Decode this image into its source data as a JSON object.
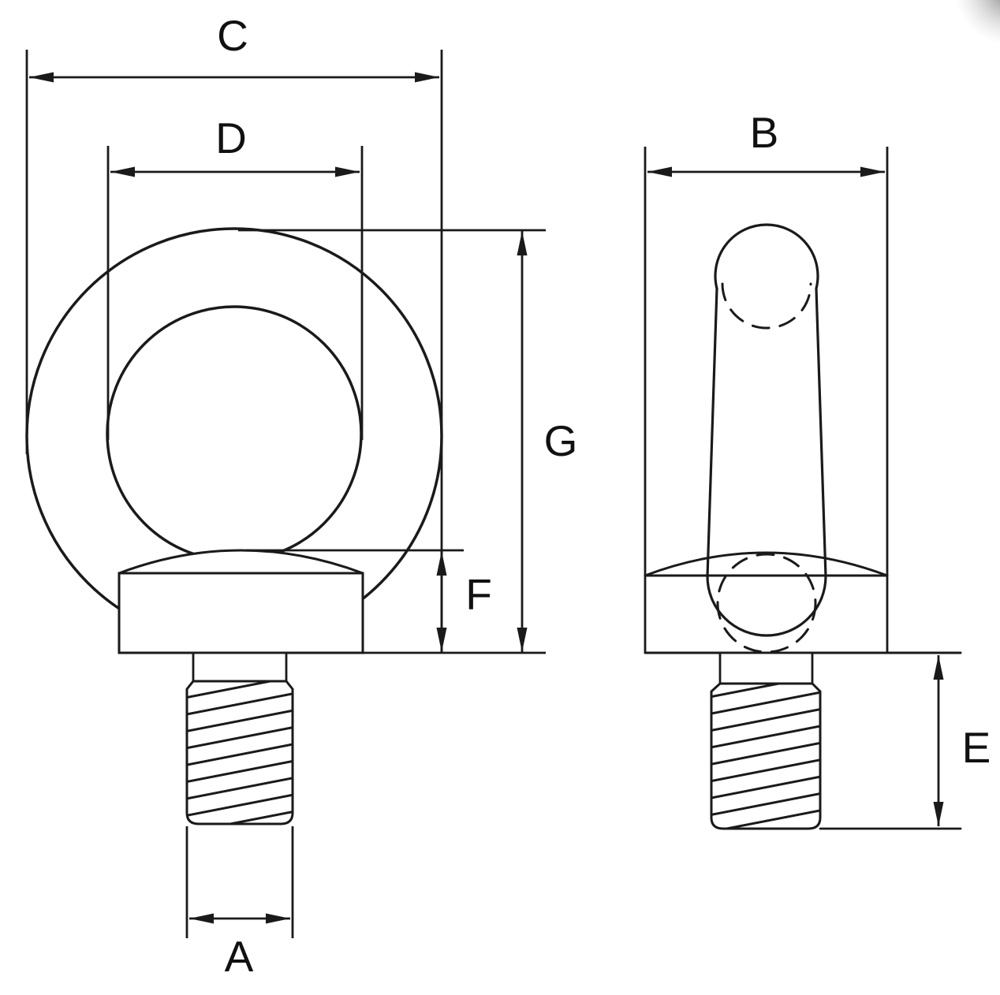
{
  "drawing": {
    "description": "eye-bolt-two-view-dimension-drawing",
    "labels": {
      "A": "A",
      "B": "B",
      "C": "C",
      "D": "D",
      "E": "E",
      "F": "F",
      "G": "G"
    },
    "colors": {
      "line": "#1a1a1a",
      "background": "#ffffff",
      "corner_shade": "#5f5f5f"
    }
  }
}
